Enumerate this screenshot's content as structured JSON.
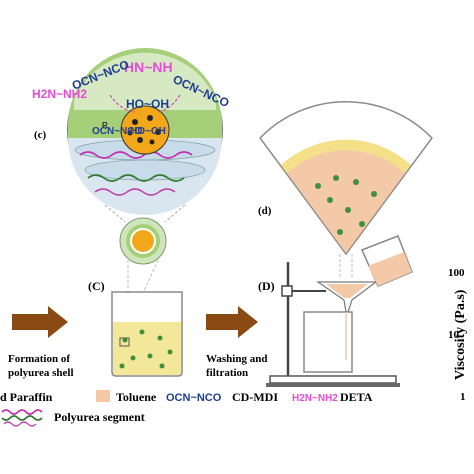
{
  "panels": {
    "c_lower": "(c)",
    "c_upper": "(C)",
    "d_lower": "(d)",
    "d_upper": "(D)"
  },
  "molecules": {
    "diamine_outside": "H2N~NH2",
    "diamine_inside": "HN~NH",
    "isocyanate_left": "OCN~NCO",
    "isocyanate_right": "OCN~NCO",
    "isocyanate_mid": "OCN~NCO",
    "hydroxyl_top": "HO~OH",
    "hydroxyl_core": "HO~OH",
    "core_particle_label": "R"
  },
  "steps": {
    "left_line1": "Formation of",
    "left_line2": "polyurea shell",
    "right_line1": "Washing and",
    "right_line2": "filtration"
  },
  "axis": {
    "label": "Viscosity (Pa.s)",
    "tick_100": "100",
    "tick_10": "10",
    "tick_1": "1"
  },
  "legend": {
    "paraffin": "d Paraffin",
    "toluene": "Toluene",
    "ocn_symbol": "OCN~NCO",
    "cdmdi": "CD-MDI",
    "deta_symbol": "H2N~NH2",
    "deta": "DETA",
    "polyurea": "Polyurea segment"
  },
  "colors": {
    "shell_green": "#a6cf7a",
    "toluene_peach": "#f4c9a8",
    "paraffin_yellow": "#f5e08a",
    "dot_green": "#3f8f3e",
    "arrow_brown": "#8a4a14",
    "isocyanate_blue": "#1e3f8f",
    "diamine_pink": "#e64bd9",
    "core_orange": "#f2a81a"
  }
}
